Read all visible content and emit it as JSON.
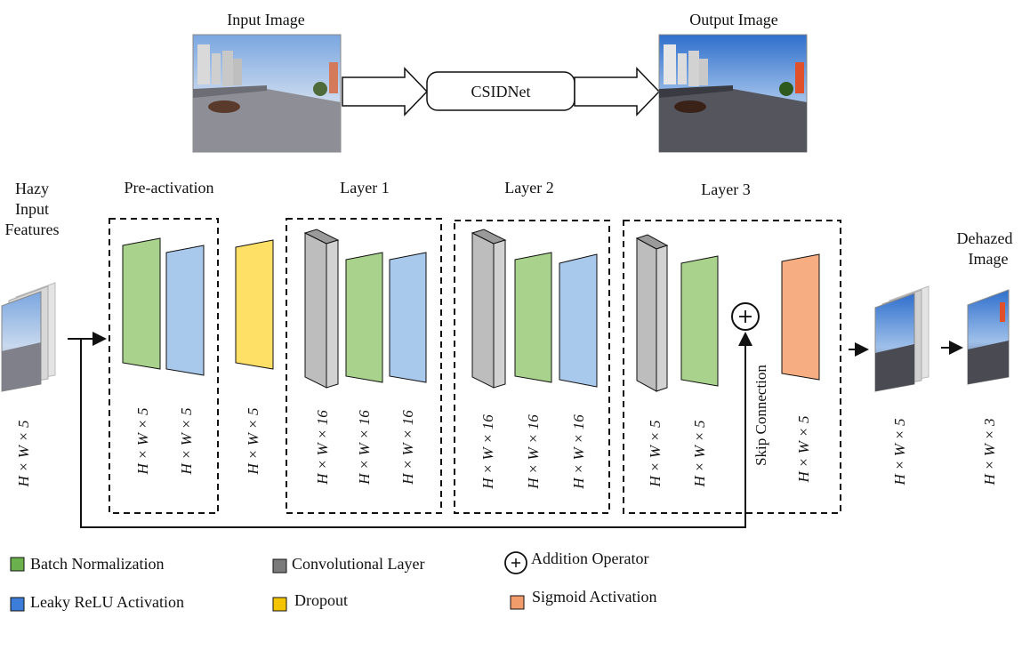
{
  "top_flow": {
    "input_label": "Input Image",
    "output_label": "Output Image",
    "model_label": "CSIDNet"
  },
  "input_features": {
    "label_lines": [
      "Hazy",
      "Input",
      "Features"
    ],
    "dim": "H × W × 5"
  },
  "pre_activation": {
    "title": "Pre-activation",
    "dims": [
      "H × W × 5",
      "H × W × 5"
    ]
  },
  "dropout": {
    "dim": "H × W × 5"
  },
  "layer1": {
    "title": "Layer 1",
    "dims": [
      "H × W × 16",
      "H × W × 16",
      "H × W × 16"
    ]
  },
  "layer2": {
    "title": "Layer 2",
    "dims": [
      "H × W × 16",
      "H × W × 16",
      "H × W × 16"
    ]
  },
  "layer3": {
    "title": "Layer 3",
    "dims": [
      "H × W × 5",
      "H × W × 5"
    ],
    "skip_label": "Skip Connection",
    "sigmoid_dim": "H × W × 5"
  },
  "output_stack": {
    "dim": "H × W × 5"
  },
  "dehazed": {
    "label_lines": [
      "Dehazed",
      "Image"
    ],
    "dim": "H × W × 3"
  },
  "legend": [
    {
      "label": "Batch Normalization",
      "color": "#6ab04c",
      "kind": "square"
    },
    {
      "label": "Leaky ReLU Activation",
      "color": "#3b7dd8",
      "kind": "square"
    },
    {
      "label": "Convolutional Layer",
      "color": "#7a7a7a",
      "kind": "square"
    },
    {
      "label": "Dropout",
      "color": "#f5c400",
      "kind": "square"
    },
    {
      "label": "Addition Operator",
      "color": "#ffffff",
      "kind": "circle"
    },
    {
      "label": "Sigmoid Activation",
      "color": "#f29b6b",
      "kind": "square"
    }
  ],
  "colors": {
    "batch_norm_fill": "#a9d38c",
    "leaky_relu_fill": "#a8c8ec",
    "conv_fill": "#bdbdbd",
    "dropout_fill": "#ffe066",
    "sigmoid_fill": "#f6ad82",
    "line": "#111111"
  }
}
